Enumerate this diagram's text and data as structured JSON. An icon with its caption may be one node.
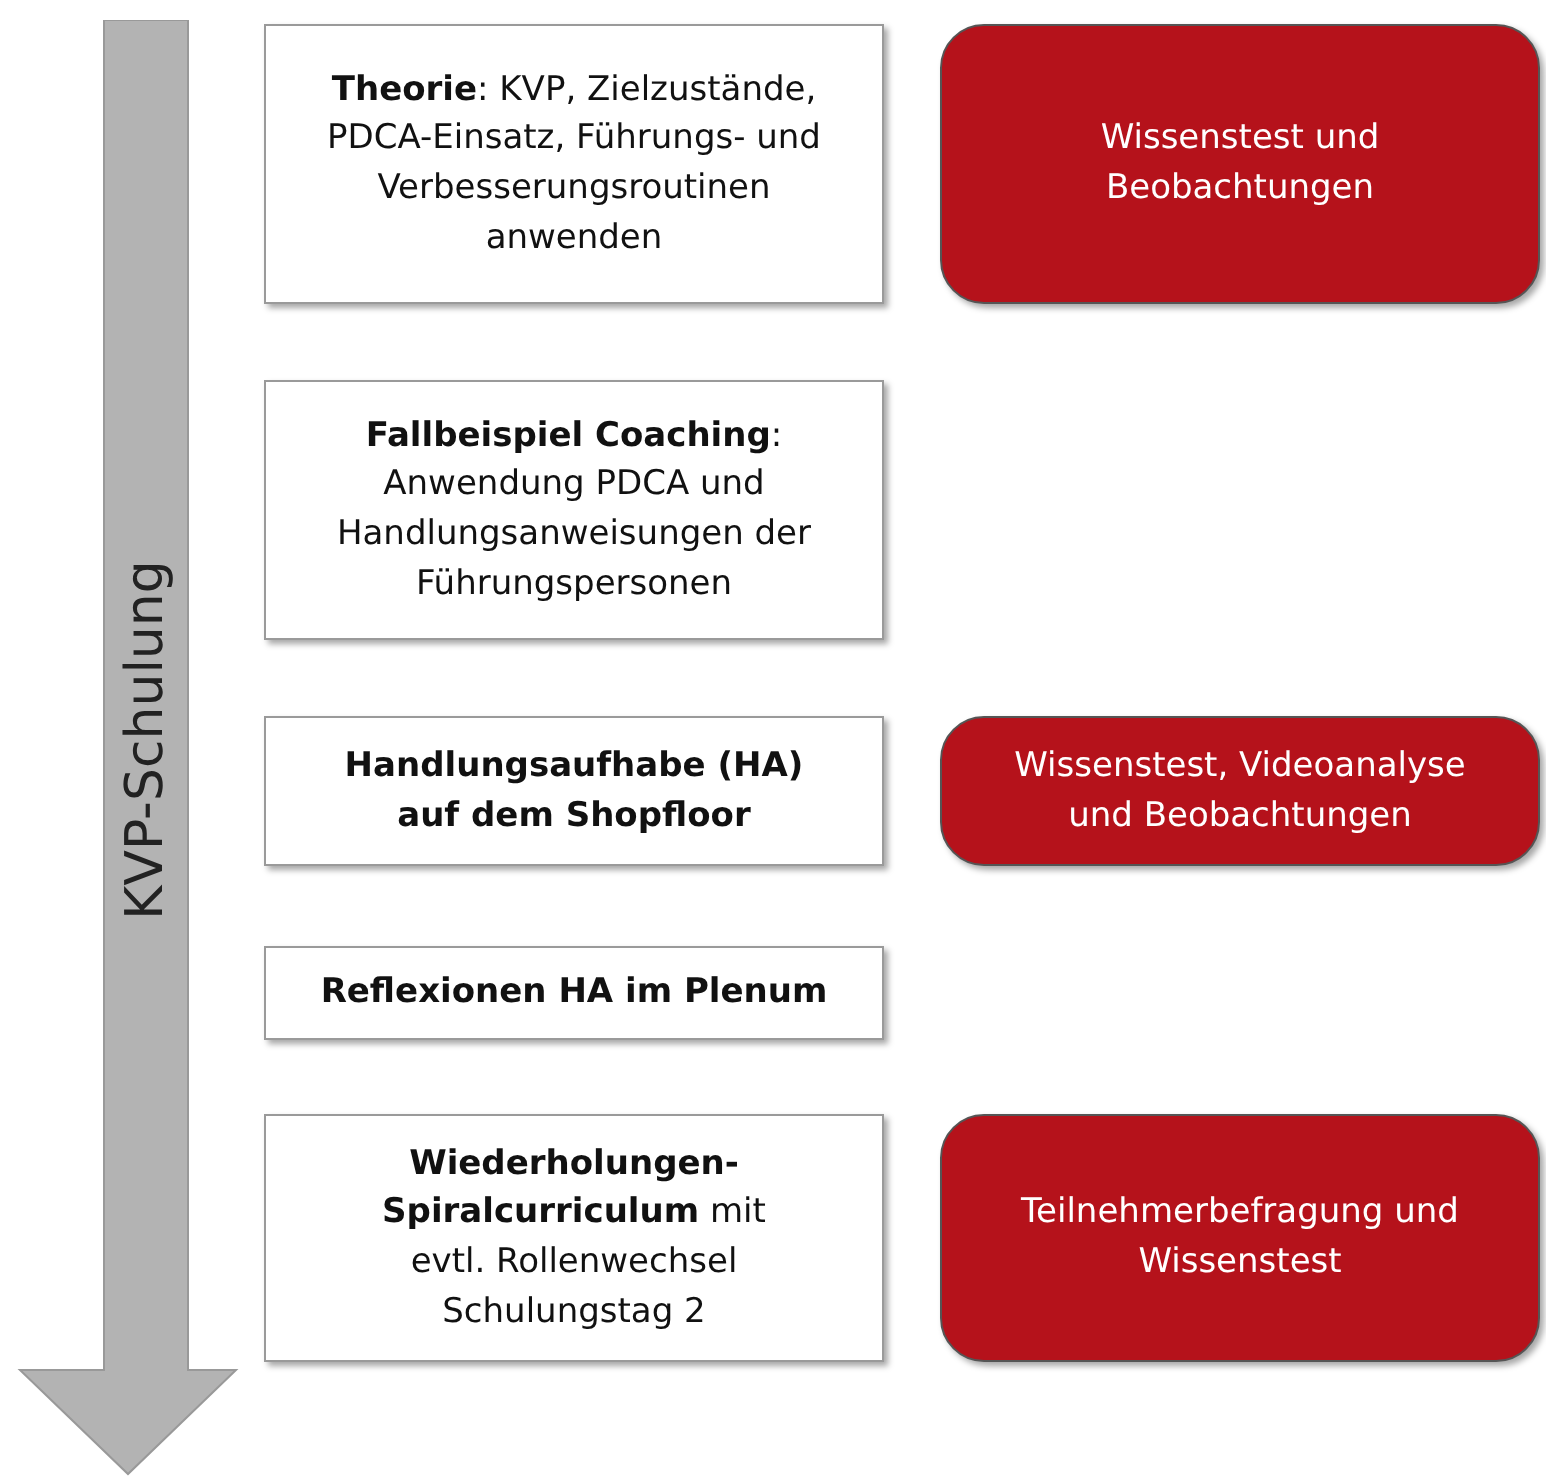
{
  "diagram": {
    "nodes": [
      {
        "text": [
          "KVP-Schulung"
        ]
      },
      {
        "text": [
          "**Theorie**: KVP, Zielzustände, PDCA-Einsatz, Führungs- und Verbesserungsroutinen anwenden"
        ]
      },
      {
        "text": [
          "**Fallbeispiel Coaching**: Anwendung PDCA und Handlungsanweisungen der Führungspersonen"
        ]
      },
      {
        "text": [
          "**Handlungsaufhabe (HA) auf dem Shopfloor**"
        ]
      },
      {
        "text": [
          "**Reflexionen HA im Plenum**"
        ]
      },
      {
        "text": [
          "**Wiederholungen-Spiralcurriculum** mit evtl. Rollenwechsel Schulungstag 2"
        ]
      },
      {
        "text": [
          "Wissenstest und Beobachtungen"
        ]
      },
      {
        "text": [
          "Wissenstest, Videoanalyse und Beobachtungen"
        ]
      },
      {
        "text": [
          "Teilnehmerbefragung und Wissenstest"
        ]
      }
    ]
  }
}
